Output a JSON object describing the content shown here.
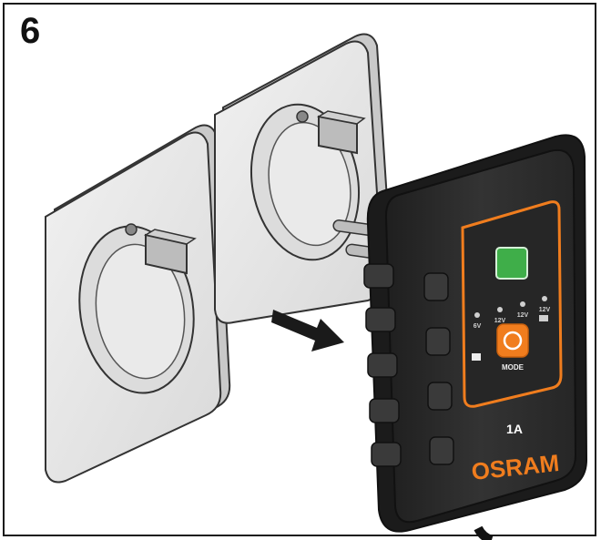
{
  "step_number": "6",
  "device": {
    "rating": "1A",
    "brand": "OSRAM",
    "mode_label": "MODE",
    "voltage_labels": [
      "6V",
      "12V",
      "12V",
      "12V"
    ]
  },
  "colors": {
    "accent_orange": "#f07d1e",
    "status_green": "#3fae49",
    "body_dark": "#2b2b2b"
  }
}
